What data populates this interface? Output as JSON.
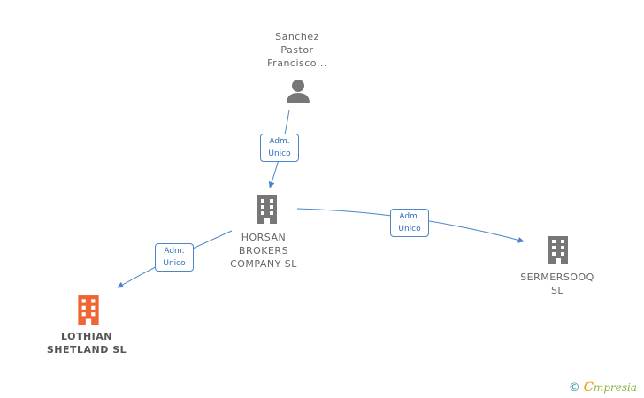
{
  "colors": {
    "edge": "#4a86c8",
    "node_icon": "#777777",
    "focus_icon": "#ee6633",
    "badge_text": "#2f6fba"
  },
  "nodes": {
    "person": {
      "label_lines": [
        "Sanchez",
        "Pastor",
        "Francisco..."
      ],
      "icon": "person-icon"
    },
    "horsan": {
      "label_lines": [
        "HORSAN",
        "BROKERS",
        "COMPANY SL"
      ],
      "icon": "building-icon"
    },
    "sermersooq": {
      "label_lines": [
        "SERMERSOOQ",
        "SL"
      ],
      "icon": "building-icon"
    },
    "lothian": {
      "label_lines": [
        "LOTHIAN",
        "SHETLAND SL"
      ],
      "icon": "building-icon"
    }
  },
  "edges": [
    {
      "from": "person",
      "to": "horsan",
      "label_lines": [
        "Adm.",
        "Unico"
      ]
    },
    {
      "from": "horsan",
      "to": "sermersooq",
      "label_lines": [
        "Adm.",
        "Unico"
      ]
    },
    {
      "from": "horsan",
      "to": "lothian",
      "label_lines": [
        "Adm.",
        "Unico"
      ]
    }
  ],
  "watermark": {
    "copyright": "©",
    "brand_initial": "C",
    "brand_rest": "mpresia"
  }
}
